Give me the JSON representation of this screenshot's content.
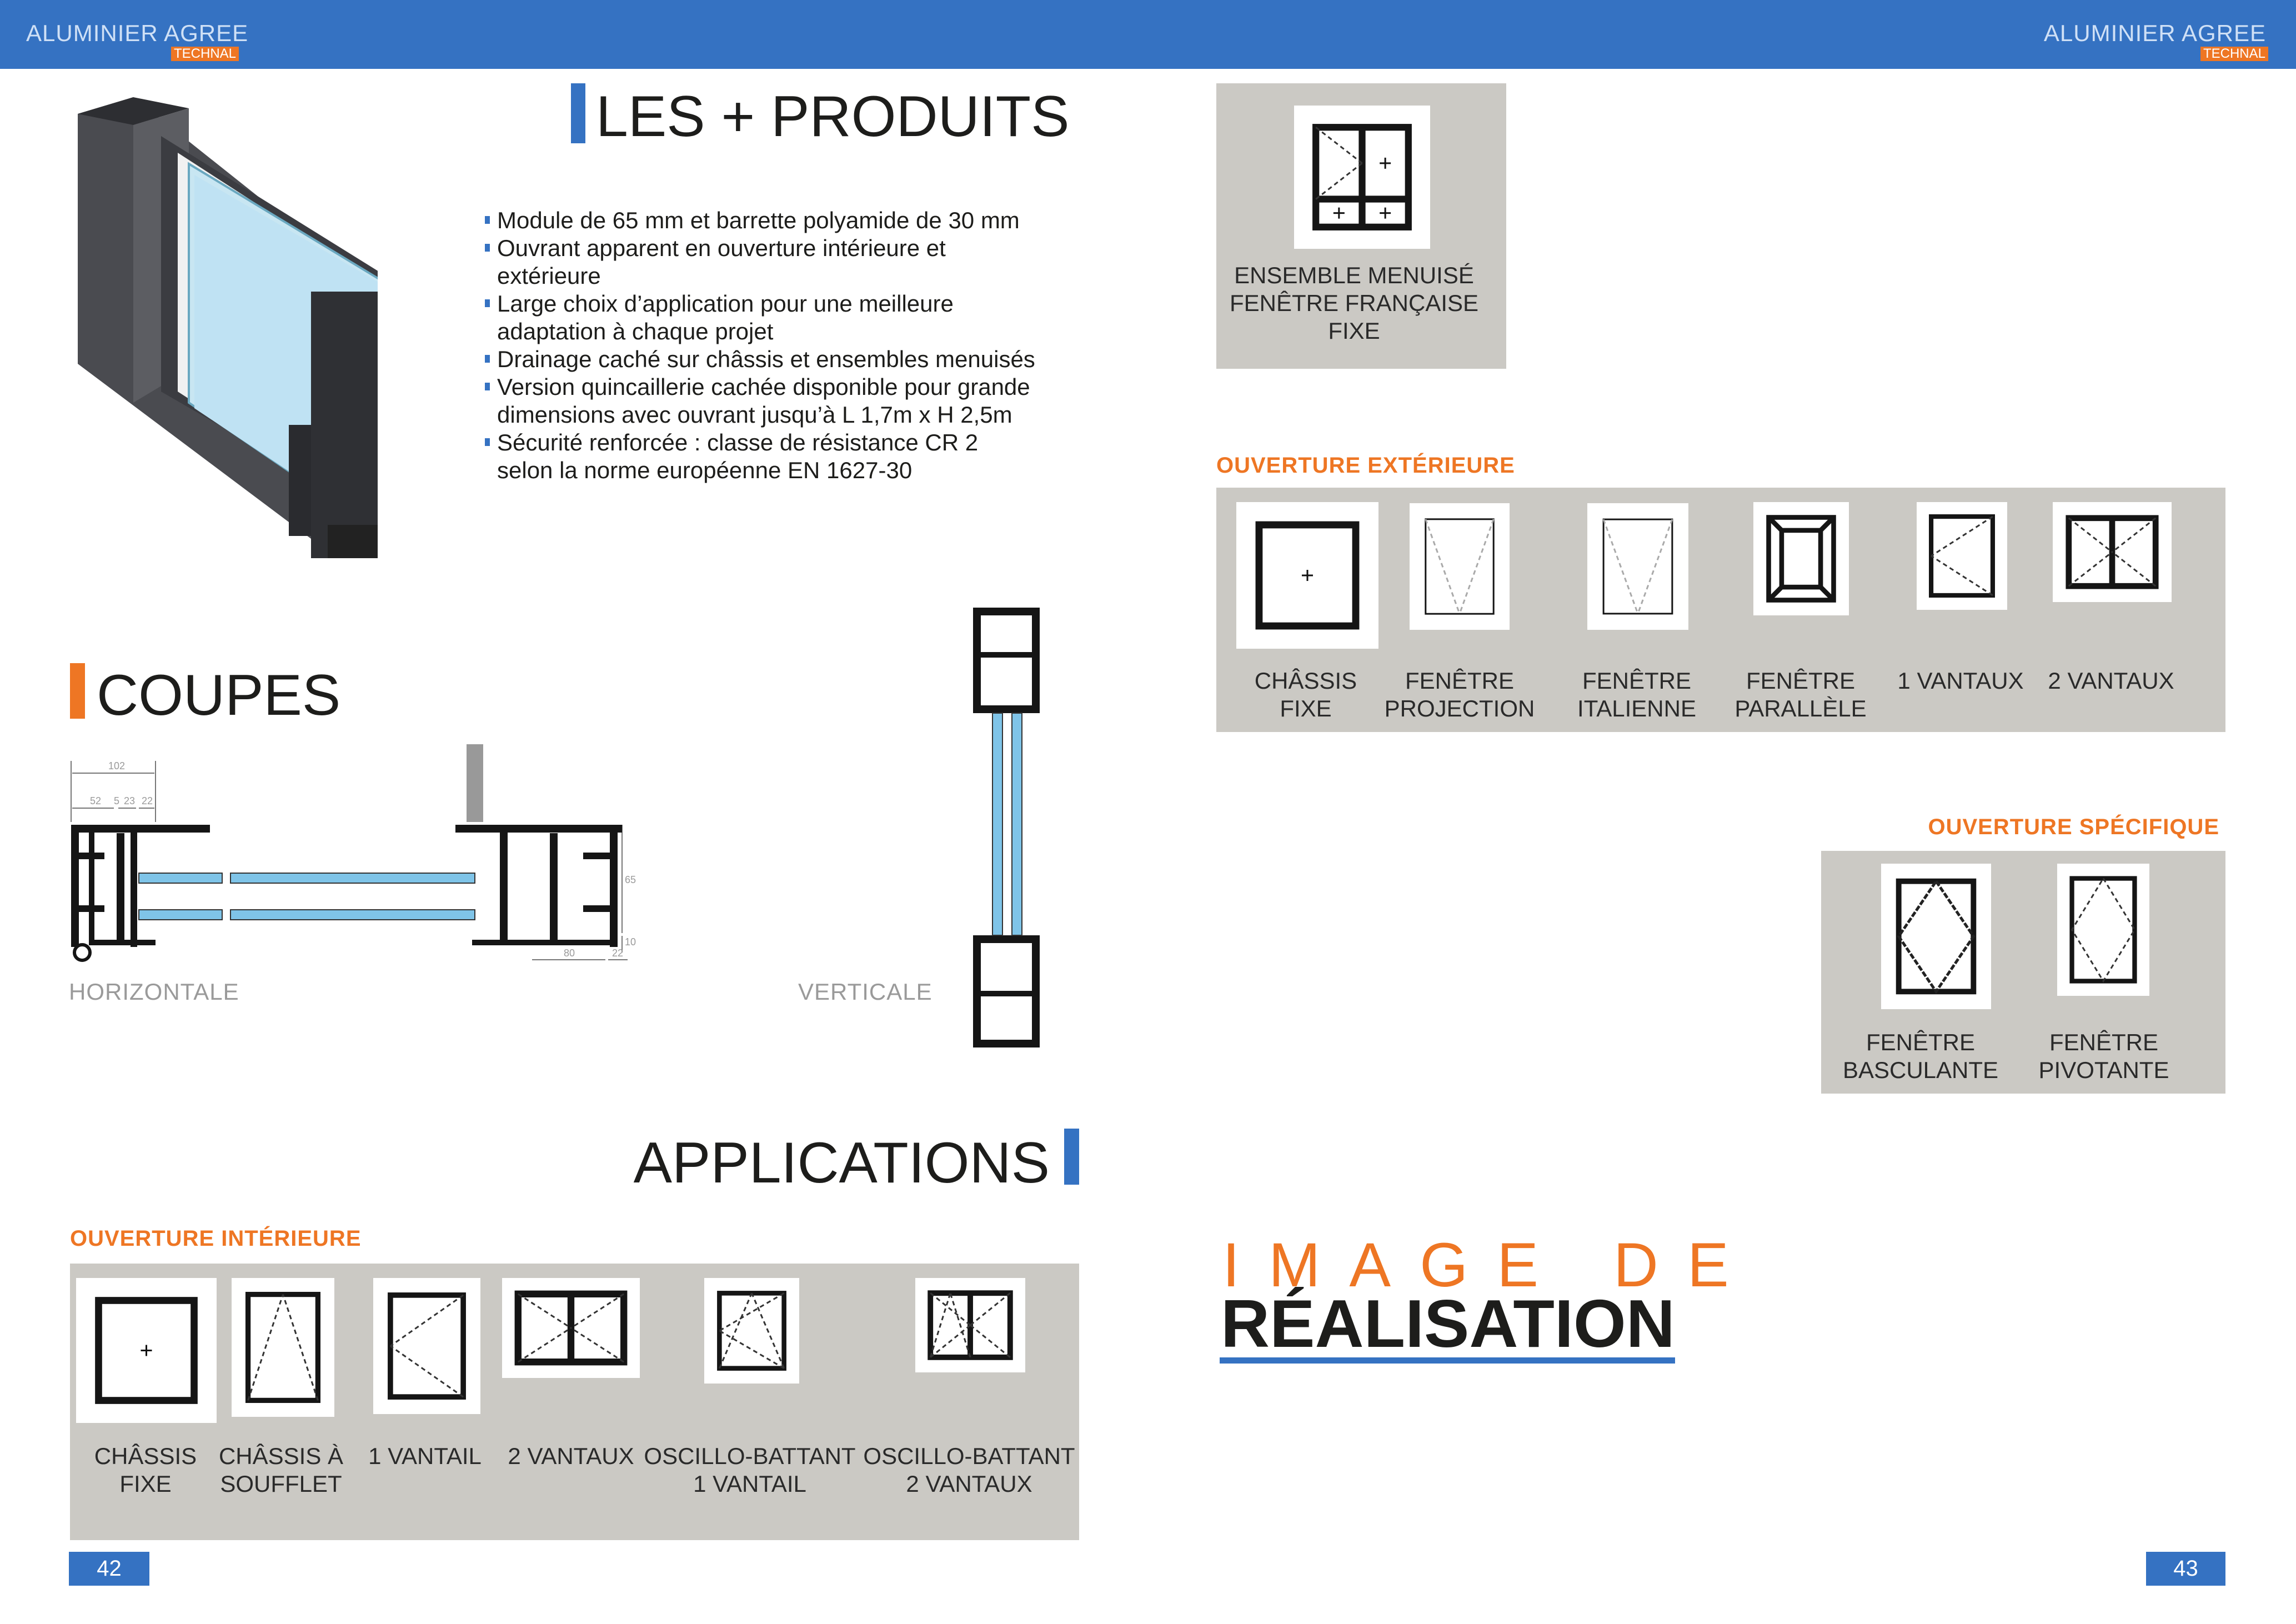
{
  "header": {
    "left_brand": "ALUMINIER AGREE",
    "left_badge": "TECHNAL",
    "right_brand": "ALUMINIER AGREE",
    "right_badge": "TECHNAL"
  },
  "colors": {
    "blue": "#3572c2",
    "orange": "#ee7624",
    "panel_gray": "#cbc9c4"
  },
  "produits": {
    "title": "LES + PRODUITS",
    "bullets": [
      "Module de 65 mm et barrette polyamide de 30 mm",
      "Ouvrant apparent en ouverture intérieure et extérieure",
      "Large choix d’application pour une meilleure adaptation à chaque projet",
      "Drainage caché sur châssis et ensembles menuisés",
      "Version quincaillerie cachée disponible pour grande dimensions avec ouvrant jusqu’à L 1,7m x H 2,5m",
      "Sécurité renforcée : classe de résistance CR 2 selon la norme européenne EN 1627-30"
    ]
  },
  "coupes": {
    "title": "COUPES",
    "horizontal_label": "HORIZONTALE",
    "vertical_label": "VERTICALE",
    "dimensions": {
      "d102": "102",
      "d52": "52",
      "d5": "5",
      "d23": "23",
      "d22a": "22",
      "d65": "65",
      "d10": "10",
      "d80": "80",
      "d22b": "22"
    }
  },
  "applications": {
    "title": "APPLICATIONS",
    "interieure": {
      "title": "OUVERTURE INTÉRIEURE",
      "items": [
        {
          "line1": "CHÂSSIS",
          "line2": "FIXE",
          "icon": "fixed-frame-icon"
        },
        {
          "line1": "CHÂSSIS À",
          "line2": "SOUFFLET",
          "icon": "tilt-window-icon"
        },
        {
          "line1": "1 VANTAIL",
          "line2": "",
          "icon": "single-casement-icon"
        },
        {
          "line1": "2 VANTAUX",
          "line2": "",
          "icon": "double-casement-icon"
        },
        {
          "line1": "OSCILLO-BATTANT",
          "line2": "1 VANTAIL",
          "icon": "tilt-turn-single-icon"
        },
        {
          "line1": "OSCILLO-BATTANT",
          "line2": "2 VANTAUX",
          "icon": "tilt-turn-double-icon"
        }
      ]
    },
    "ensemble": {
      "line1": "ENSEMBLE MENUISÉ",
      "line2": "FENÊTRE FRANÇAISE",
      "line3": "FIXE",
      "icon": "composite-window-icon"
    },
    "exterieure": {
      "title": "OUVERTURE EXTÉRIEURE",
      "items": [
        {
          "line1": "CHÂSSIS",
          "line2": "FIXE",
          "icon": "fixed-frame-icon"
        },
        {
          "line1": "FENÊTRE",
          "line2": "PROJECTION",
          "icon": "projection-window-icon"
        },
        {
          "line1": "FENÊTRE",
          "line2": "ITALIENNE",
          "icon": "italian-window-icon"
        },
        {
          "line1": "FENÊTRE",
          "line2": "PARALLÈLE",
          "icon": "parallel-window-icon"
        },
        {
          "line1": "1 VANTAUX",
          "line2": "",
          "icon": "single-casement-out-icon"
        },
        {
          "line1": "2 VANTAUX",
          "line2": "",
          "icon": "double-casement-out-icon"
        }
      ]
    },
    "specifique": {
      "title": "OUVERTURE SPÉCIFIQUE",
      "items": [
        {
          "line1": "FENÊTRE",
          "line2": "BASCULANTE",
          "icon": "pivot-horizontal-icon"
        },
        {
          "line1": "FENÊTRE",
          "line2": "PIVOTANTE",
          "icon": "pivot-vertical-icon"
        }
      ]
    }
  },
  "realisation": {
    "line1": "IMAGE DE",
    "line2": "RÉALISATION"
  },
  "pages": {
    "left": "42",
    "right": "43"
  }
}
